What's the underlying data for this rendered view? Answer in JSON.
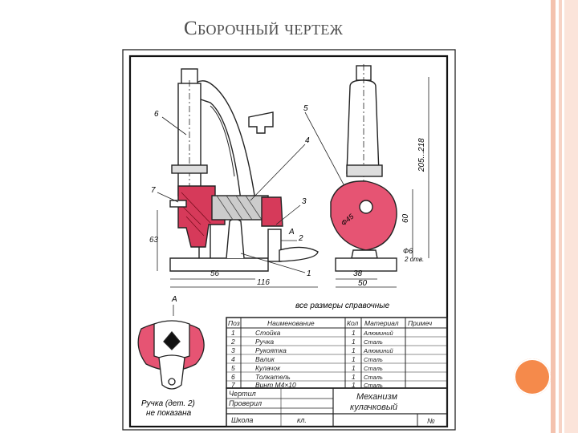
{
  "slide": {
    "title": "Сборочный чертеж"
  },
  "drawing": {
    "view_label": "А",
    "arrow_label": "А",
    "note": "все размеры справочные",
    "caption_line1": "Ручка (дет. 2)",
    "caption_line2": "не показана",
    "balloons": [
      "6",
      "7",
      "4",
      "3",
      "2",
      "1",
      "5"
    ],
    "dimensions": {
      "d1": "56",
      "d2": "116",
      "d3": "63",
      "d4": "38",
      "d5": "50",
      "d6": "60",
      "d7": "205...218",
      "d8": "Ф6",
      "d9": "2 отв.",
      "d10": "Ф45"
    }
  },
  "bom": {
    "headers": {
      "pos": "Поз",
      "name": "Наименование",
      "qty": "Кол",
      "material": "Материал",
      "note": "Примеч"
    },
    "rows": [
      {
        "pos": "1",
        "name": "Стойка",
        "qty": "1",
        "material": "Алюминий"
      },
      {
        "pos": "2",
        "name": "Ручка",
        "qty": "1",
        "material": "Сталь"
      },
      {
        "pos": "3",
        "name": "Рукоятка",
        "qty": "1",
        "material": "Алюминий"
      },
      {
        "pos": "4",
        "name": "Валик",
        "qty": "1",
        "material": "Сталь"
      },
      {
        "pos": "5",
        "name": "Кулачок",
        "qty": "1",
        "material": "Сталь"
      },
      {
        "pos": "6",
        "name": "Толкатель",
        "qty": "1",
        "material": "Сталь"
      },
      {
        "pos": "7",
        "name": "Винт М4×10",
        "qty": "1",
        "material": "Сталь"
      }
    ]
  },
  "title_block": {
    "drew": "Чертил",
    "checked": "Проверил",
    "school": "Школа",
    "class": "кл.",
    "title_line1": "Механизм",
    "title_line2": "кулачковый",
    "number": "№"
  },
  "colors": {
    "section_fill": "#d63a5a",
    "light_fill": "#f4cdd5",
    "accent_orange": "#f58a4b"
  }
}
